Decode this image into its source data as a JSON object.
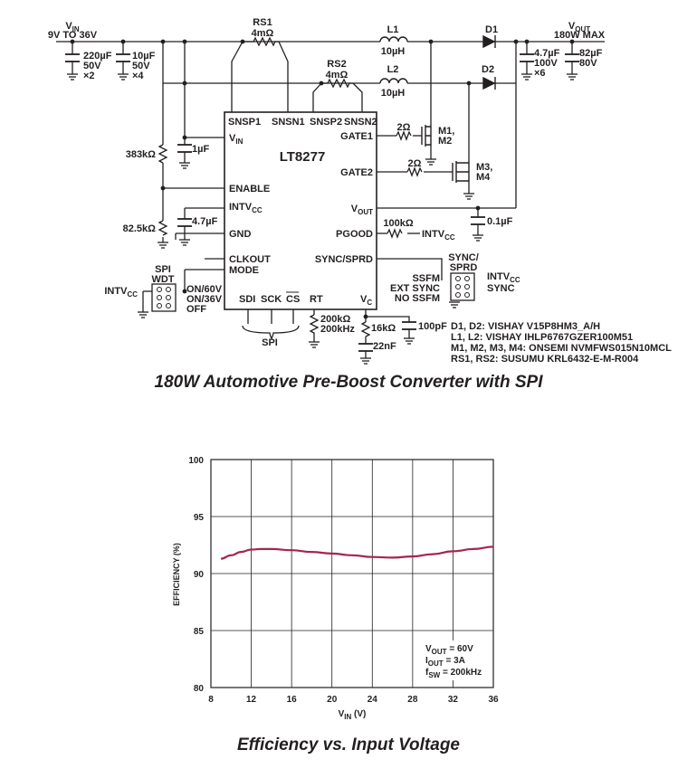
{
  "schematic": {
    "vin_label": "VIN",
    "vin_range": "9V TO 36V",
    "vout_label": "VOUT",
    "vout_rating": "180W MAX",
    "cin1": [
      "220µF",
      "50V",
      "×2"
    ],
    "cin2": [
      "10µF",
      "50V",
      "×4"
    ],
    "cout1": [
      "4.7µF",
      "100V",
      "×6"
    ],
    "cout2": [
      "82µF",
      "80V"
    ],
    "rs1": [
      "RS1",
      "4mΩ"
    ],
    "rs2": [
      "RS2",
      "4mΩ"
    ],
    "l1": [
      "L1",
      "10µH"
    ],
    "l2": [
      "L2",
      "10µH"
    ],
    "d1": "D1",
    "d2": "D2",
    "chip_name": "LT8277",
    "pins": {
      "snsp1": "SNSP1",
      "snsn1": "SNSN1",
      "snsp2": "SNSP2",
      "snsn2": "SNSN2",
      "vin": "VIN",
      "enable": "ENABLE",
      "intvcc": "INTVCC",
      "gnd": "GND",
      "clkout": "CLKOUT",
      "mode": "MODE",
      "gate1": "GATE1",
      "gate2": "GATE2",
      "vout": "VOUT",
      "pgood": "PGOOD",
      "sync": "SYNC/SPRD",
      "sdi": "SDI",
      "sck": "SCK",
      "cs": "CS",
      "rt": "RT",
      "vc": "VC"
    },
    "c_vin": "1µF",
    "r_top": "383kΩ",
    "r_bot": "82.5kΩ",
    "c_intvcc": "4.7µF",
    "r_gate1": "2Ω",
    "r_gate2": "2Ω",
    "m12": [
      "M1,",
      "M2"
    ],
    "m34": [
      "M3,",
      "M4"
    ],
    "r_pgood": "100kΩ",
    "pgood_pullup": "INTVCC",
    "c_vout": "0.1µF",
    "sync_header_title": [
      "SYNC/",
      "SPRD"
    ],
    "sync_header_left": [
      "SSFM",
      "EXT SYNC",
      "NO SSFM"
    ],
    "sync_header_right": [
      "INTVCC",
      "SYNC"
    ],
    "spi_wdt_title": [
      "SPI",
      "WDT"
    ],
    "spi_wdt_left": "INTVCC",
    "spi_wdt_right": [
      "ON/60V",
      "ON/36V",
      "OFF"
    ],
    "spi_label": "SPI",
    "rt_value": [
      "200kΩ",
      "200kHz"
    ],
    "vc_r": "16kΩ",
    "vc_c1": "22nF",
    "vc_c2": "100pF",
    "bom": [
      "D1, D2: VISHAY V15P8HM3_A/H",
      "L1, L2: VISHAY IHLP6767GZER100M51",
      "M1, M2, M3, M4: ONSEMI NVMFWS015N10MCL",
      "RS1, RS2: SUSUMU KRL6432-E-M-R004"
    ],
    "caption": "180W Automotive Pre-Boost Converter with SPI"
  },
  "chart_data": {
    "type": "line",
    "title": "Efficiency vs. Input Voltage",
    "xlabel": "VIN (V)",
    "ylabel": "EFFICIENCY (%)",
    "xlim": [
      8,
      36
    ],
    "ylim": [
      80,
      100
    ],
    "xticks": [
      8,
      12,
      16,
      20,
      24,
      28,
      32,
      36
    ],
    "yticks": [
      80,
      85,
      90,
      95,
      100
    ],
    "grid": true,
    "series": [
      {
        "color": "#a4264d",
        "x": [
          9,
          10,
          11,
          12,
          13,
          14,
          16,
          18,
          20,
          22,
          24,
          26,
          28,
          30,
          32,
          34,
          36
        ],
        "y": [
          91.3,
          91.6,
          91.9,
          92.1,
          92.15,
          92.15,
          92.05,
          91.9,
          91.75,
          91.6,
          91.45,
          91.4,
          91.5,
          91.7,
          91.95,
          92.15,
          92.35
        ]
      }
    ],
    "annotations": [
      "VOUT = 60V",
      "IOUT = 3A",
      "fSW = 200kHz"
    ]
  }
}
